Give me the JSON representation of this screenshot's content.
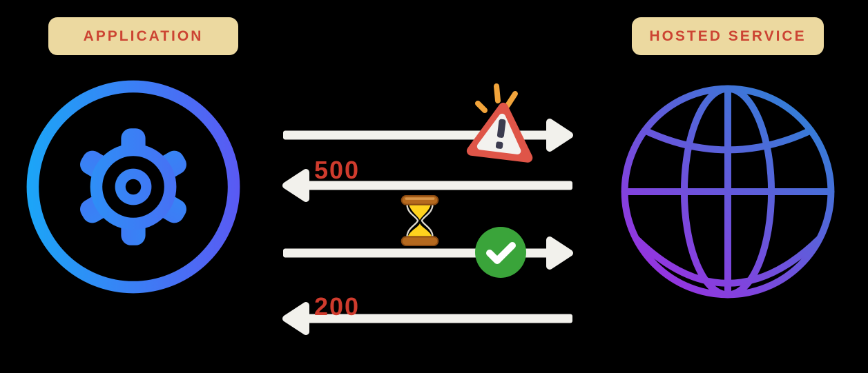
{
  "diagram": {
    "title_hint": "Application retrying a failed request to a hosted service",
    "left_node": {
      "label": "APPLICATION",
      "icon": "gear-icon"
    },
    "right_node": {
      "label": "HOSTED SERVICE",
      "icon": "globe-icon"
    },
    "messages": [
      {
        "name": "request-1",
        "direction": "right",
        "label": "",
        "icons": [
          "warning-icon"
        ]
      },
      {
        "name": "response-1",
        "direction": "left",
        "label": "500",
        "icons": []
      },
      {
        "name": "request-2",
        "direction": "right",
        "label": "",
        "icons": [
          "hourglass-icon",
          "check-icon"
        ]
      },
      {
        "name": "response-2",
        "direction": "left",
        "label": "200",
        "icons": []
      }
    ]
  },
  "colors": {
    "background": "#000000",
    "label_bg": "#ecd9a0",
    "label_text": "#cc4433",
    "arrow": "#f2f1ec",
    "status_code": "#cf3b2d",
    "gear_grad_1": "#1aa7f7",
    "gear_grad_2": "#5b58f3",
    "globe_grad_1": "#2f81d6",
    "globe_grad_2": "#9a30e0",
    "warning_red": "#df5548",
    "warning_inner": "#f3f2ef",
    "warning_mark": "#3c3c50",
    "ray_orange": "#f2a43b",
    "check_green": "#3aa43a",
    "hourglass_wood": "#b5691e",
    "hourglass_sand": "#ffd21e"
  }
}
